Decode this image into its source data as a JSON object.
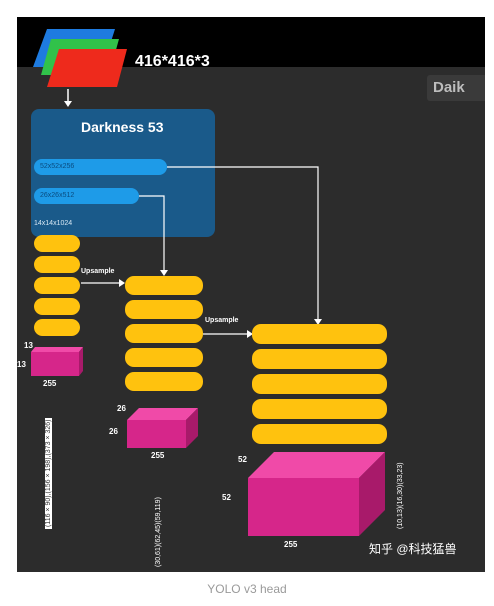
{
  "input": {
    "label": "416*416*3"
  },
  "backbone": {
    "title": "Darkness 53",
    "features": [
      "52x52x256",
      "26x26x512",
      "14x14x1024"
    ]
  },
  "upsample": [
    "Upsample",
    "Upsample"
  ],
  "heads": [
    {
      "side": "13",
      "depth": "255",
      "anchors": "(116 × 90),(156 × 198),(373 × 326)"
    },
    {
      "side": "26",
      "depth": "255",
      "anchors": "(30,61)(62,45)(59,119)"
    },
    {
      "side": "52",
      "depth": "255",
      "anchors": "(10,13)(16,30)(33,23)"
    }
  ],
  "watermark": "知乎 @科技猛兽",
  "corner_logo": "Daik",
  "caption": "YOLO v3 head",
  "colors": {
    "backbone": "#1a5a8a",
    "feature": "#1e9be8",
    "conv": "#ffc20e",
    "output": "#d6268a",
    "background": "#2c2c2c"
  }
}
